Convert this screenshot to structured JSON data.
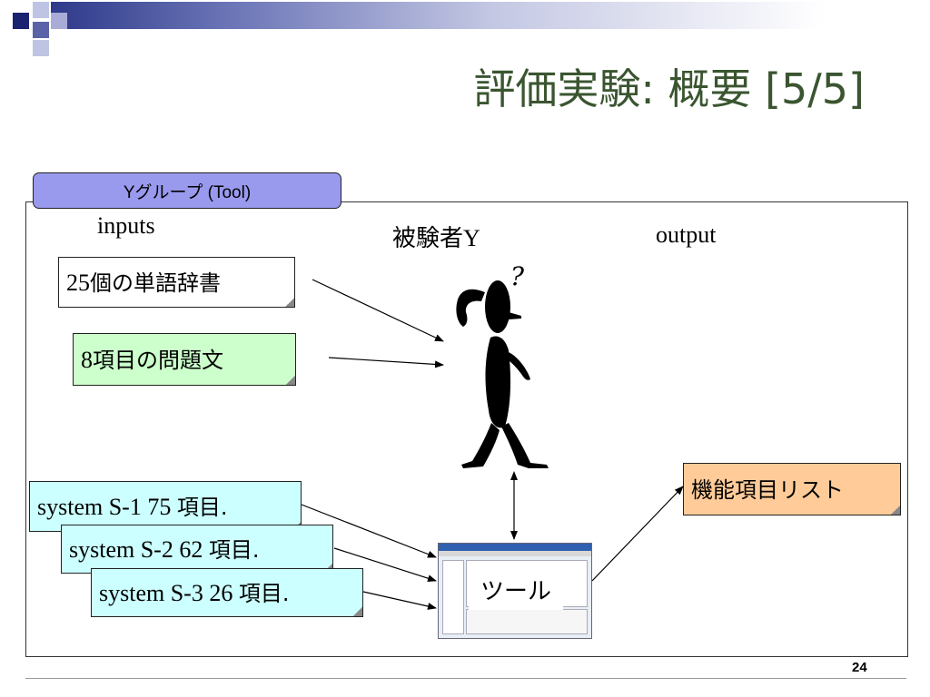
{
  "slide": {
    "title": "評価実験: 概要 [5/5]",
    "page_number": "24"
  },
  "diagram": {
    "tab_label": "Yグループ (Tool)",
    "inputs_label": "inputs",
    "subject_label": "被験者Y",
    "output_label": "output",
    "question_mark": "?",
    "dictionary": {
      "num": "25",
      "text": "個の単語辞書"
    },
    "questions": {
      "num": "8",
      "text": "項目の問題文"
    },
    "systems": [
      {
        "label": "system S-1 75 ",
        "unit": "項目."
      },
      {
        "label": "system S-2 62 ",
        "unit": "項目."
      },
      {
        "label": "system S-3 26 ",
        "unit": "項目."
      }
    ],
    "tool_label": "ツール",
    "output_box": "機能項目リスト",
    "colors": {
      "title": "#3a5530",
      "tab": "#9999ee",
      "questions_box": "#ccffcc",
      "system_box": "#ccffff",
      "output_box": "#ffcc99"
    }
  }
}
